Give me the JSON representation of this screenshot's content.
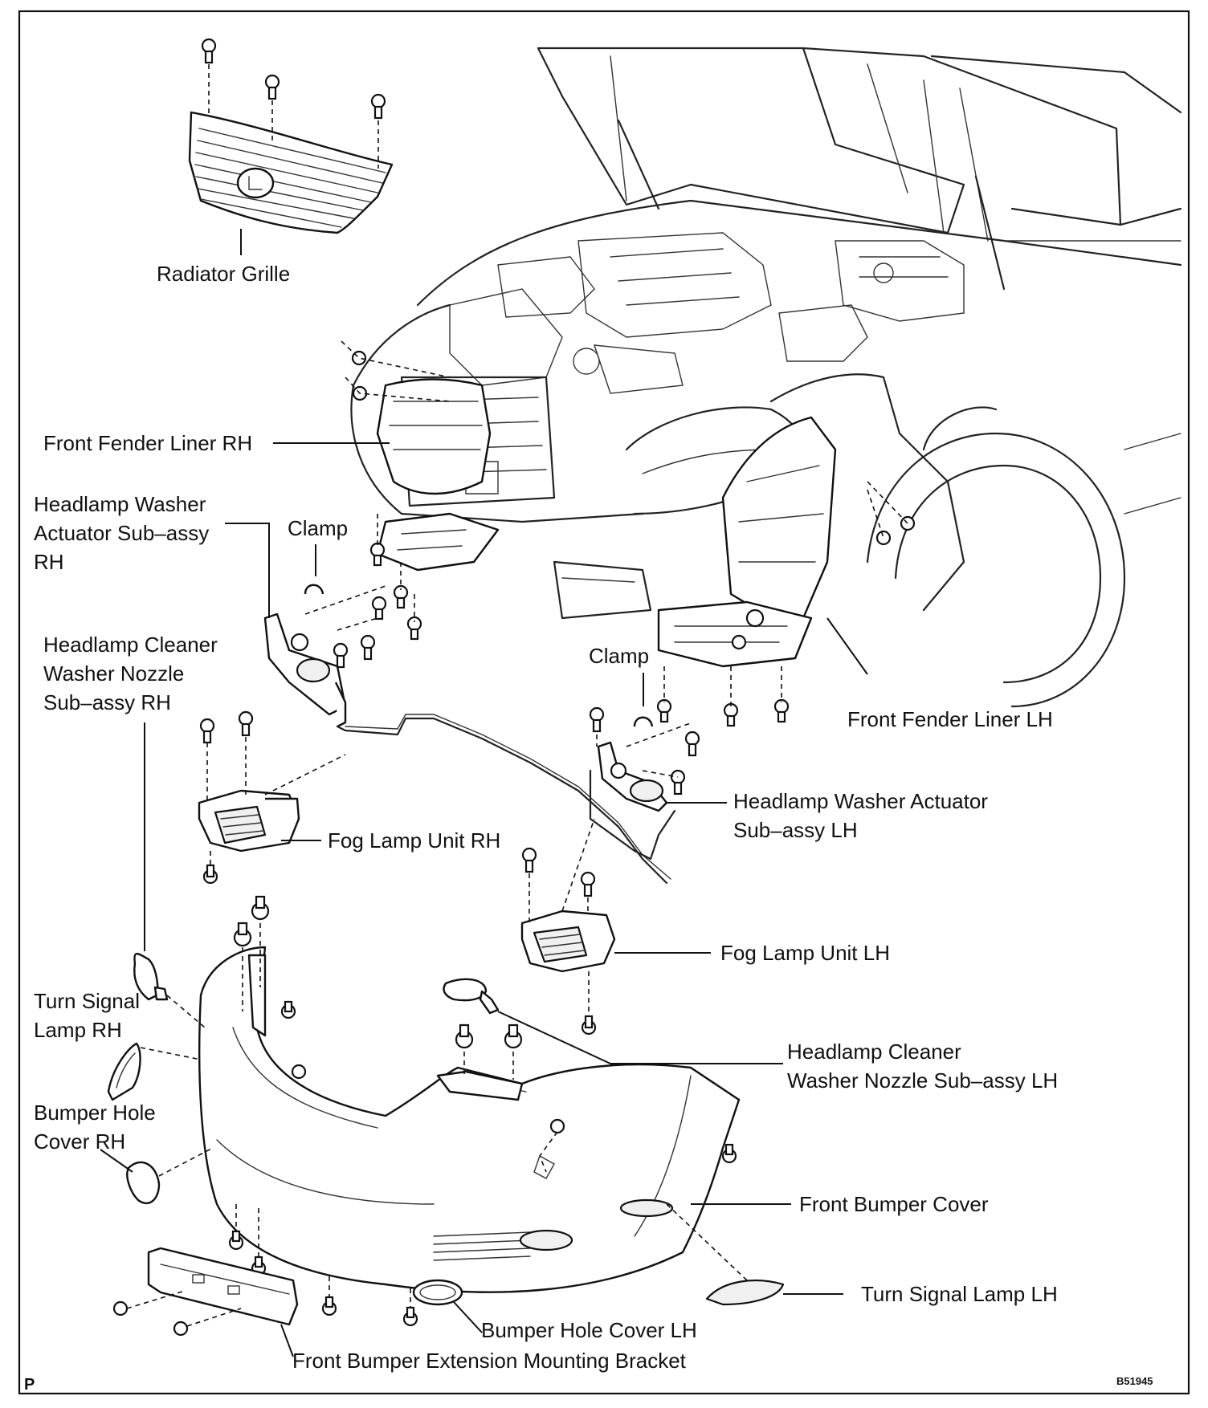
{
  "labels": {
    "radiator_grille": "Radiator Grille",
    "front_fender_liner_rh": "Front Fender Liner RH",
    "headlamp_washer_actuator_rh": [
      "Headlamp Washer",
      "Actuator Sub–assy",
      "RH"
    ],
    "clamp_rh": "Clamp",
    "headlamp_cleaner_nozzle_rh": [
      "Headlamp Cleaner",
      "Washer Nozzle",
      "Sub–assy RH"
    ],
    "clamp_lh": "Clamp",
    "front_fender_liner_lh": "Front Fender Liner LH",
    "headlamp_washer_actuator_lh": [
      "Headlamp Washer Actuator",
      "Sub–assy LH"
    ],
    "fog_lamp_rh": "Fog Lamp Unit RH",
    "fog_lamp_lh": "Fog Lamp Unit LH",
    "turn_signal_rh": [
      "Turn Signal",
      "Lamp RH"
    ],
    "headlamp_cleaner_nozzle_lh": [
      "Headlamp Cleaner",
      "Washer Nozzle Sub–assy LH"
    ],
    "bumper_hole_cover_rh": [
      "Bumper  Hole",
      "Cover RH"
    ],
    "front_bumper_cover": "Front Bumper Cover",
    "turn_signal_lh": "Turn Signal Lamp LH",
    "bumper_hole_cover_lh": "Bumper Hole Cover LH",
    "front_bumper_extension_bracket": "Front Bumper Extension Mounting Bracket"
  },
  "corner_marks": {
    "page_marker": "P",
    "figure_code": "B51945"
  }
}
